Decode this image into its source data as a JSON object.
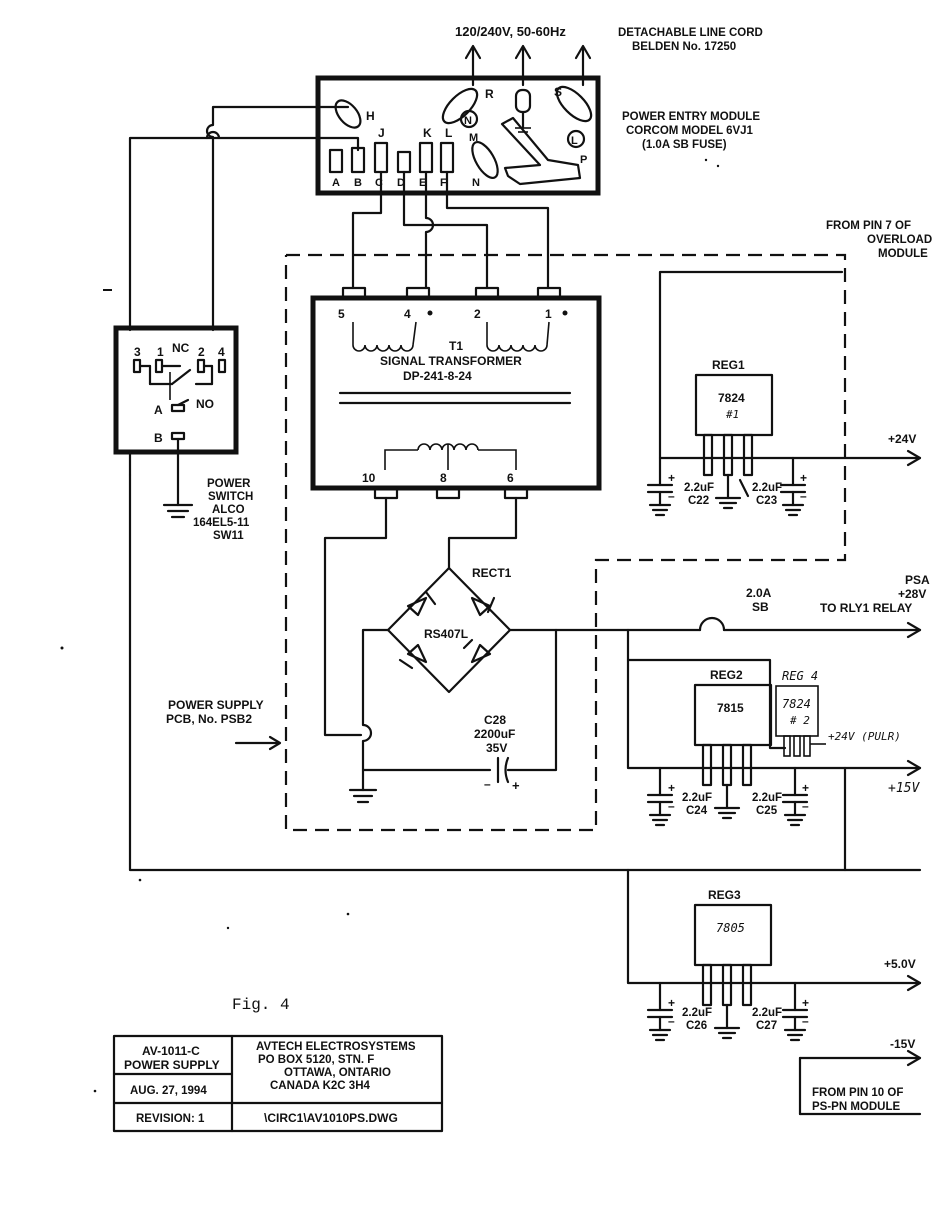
{
  "line_cord": {
    "voltage": "120/240V, 50-60Hz",
    "title": "DETACHABLE LINE CORD",
    "part": "BELDEN No. 17250"
  },
  "power_entry": {
    "title": "POWER ENTRY MODULE",
    "model": "CORCOM MODEL 6VJ1",
    "fuse": "(1.0A SB FUSE)",
    "pins_top": [
      "H",
      "J",
      "K",
      "L",
      "R",
      "S",
      "M",
      "N",
      "P"
    ],
    "pins_bottom": [
      "A",
      "B",
      "C",
      "D",
      "E",
      "F"
    ],
    "circle_n": "N",
    "circle_l": "L"
  },
  "switch": {
    "nc": "NC",
    "no": "NO",
    "pins": [
      "3",
      "1",
      "2",
      "4"
    ],
    "a": "A",
    "b": "B",
    "label": [
      "POWER",
      "SWITCH",
      "ALCO",
      "164EL5-11",
      "SW11"
    ]
  },
  "transformer": {
    "designator": "T1",
    "title": "SIGNAL TRANSFORMER",
    "part": "DP-241-8-24",
    "pins_top": [
      "5",
      "4",
      "2",
      "1"
    ],
    "pins_bottom": [
      "10",
      "8",
      "6"
    ]
  },
  "rectifier": {
    "designator": "RECT1",
    "part": "RS407L"
  },
  "pcb": {
    "line1": "POWER SUPPLY",
    "line2": "PCB, No. PSB2"
  },
  "c28_main": {
    "designator": "C28",
    "value": "2200uF",
    "voltage": "35V"
  },
  "reg1": {
    "designator": "REG1",
    "part": "7824",
    "note": "#1"
  },
  "reg2": {
    "designator": "REG2",
    "part": "7815"
  },
  "reg3": {
    "designator": "REG3",
    "part": "7805"
  },
  "reg4": {
    "designator": "REG 4",
    "part": "7824",
    "note": "# 2",
    "out": "+24V (PULR)"
  },
  "caps": {
    "c22": "C22",
    "c23": "C23",
    "c24": "C24",
    "c25": "C25",
    "c26": "C26",
    "c27": "C27",
    "value": "2.2uF"
  },
  "outputs": {
    "from_pin7": [
      "FROM PIN 7 OF",
      "OVERLOAD",
      "MODULE"
    ],
    "p24": "+24V",
    "psa": [
      "PSA",
      "+28V",
      "TO RLY1 RELAY"
    ],
    "fuse": [
      "2.0A",
      "SB"
    ],
    "p15": "+15V",
    "p5": "+5.0V",
    "m15": "-15V",
    "from_pin10": [
      "FROM PIN 10 OF",
      "PS-PN MODULE"
    ]
  },
  "fig": "Fig. 4",
  "title_block": {
    "model": "AV-1011-C",
    "desc": "POWER SUPPLY",
    "date": "AUG. 27, 1994",
    "revision": "REVISION: 1",
    "company": "AVTECH ELECTROSYSTEMS",
    "addr1": "PO BOX 5120, STN. F",
    "addr2": "OTTAWA, ONTARIO",
    "addr3": "CANADA   K2C 3H4",
    "file": "\\CIRC1\\AV1010PS.DWG"
  }
}
